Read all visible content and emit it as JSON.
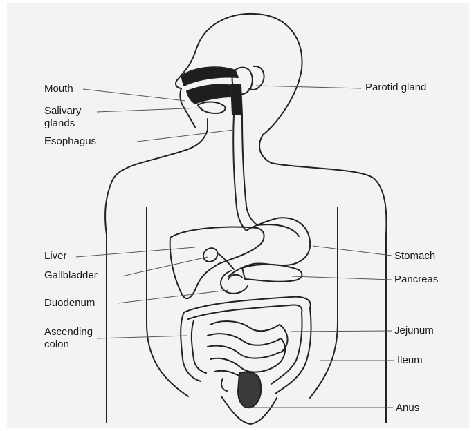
{
  "labels": {
    "mouth": "Mouth",
    "salivary_glands_line1": "Salivary",
    "salivary_glands_line2": "glands",
    "esophagus": "Esophagus",
    "parotid_gland": "Parotid gland",
    "liver": "Liver",
    "gallbladder": "Gallbladder",
    "duodenum": "Duodenum",
    "ascending_colon_line1": "Ascending",
    "ascending_colon_line2": "colon",
    "stomach": "Stomach",
    "pancreas": "Pancreas",
    "jejunum": "Jejunum",
    "ileum": "Ileum",
    "anus": "Anus"
  }
}
